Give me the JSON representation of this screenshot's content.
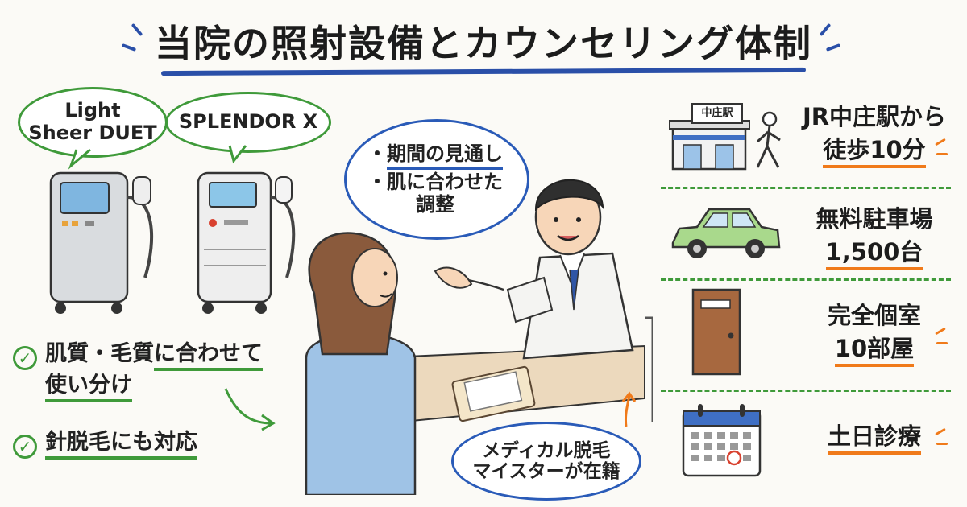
{
  "header": {
    "title": "当院の照射設備とカウンセリング体制"
  },
  "machines": [
    {
      "name": "Light\nSheer DUET"
    },
    {
      "name": "SPLENDOR X"
    }
  ],
  "counseling_bubble": {
    "items": [
      "期間の見通し",
      "肌に合わせた\n調整"
    ]
  },
  "features": [
    {
      "line1": "肌質・毛質",
      "line1b": "に合わせて",
      "line2": "使い分け"
    },
    {
      "line1": "針脱毛にも対応"
    }
  ],
  "staff_bubble": {
    "text": "メディカル脱毛\nマイスターが在籍"
  },
  "facilities": [
    {
      "icon": "station-icon",
      "sign": "中庄駅",
      "line1": "JR中庄駅から",
      "line2": "徒歩10分"
    },
    {
      "icon": "car-icon",
      "line1": "無料駐車場",
      "line2": "1,500台"
    },
    {
      "icon": "door-icon",
      "line1": "完全個室",
      "line2": "10部屋"
    },
    {
      "icon": "calendar-icon",
      "line1": "土日診療"
    }
  ],
  "colors": {
    "accent_blue": "#2a4fa8",
    "accent_green": "#3f9a3a",
    "accent_orange": "#f07a1a"
  }
}
